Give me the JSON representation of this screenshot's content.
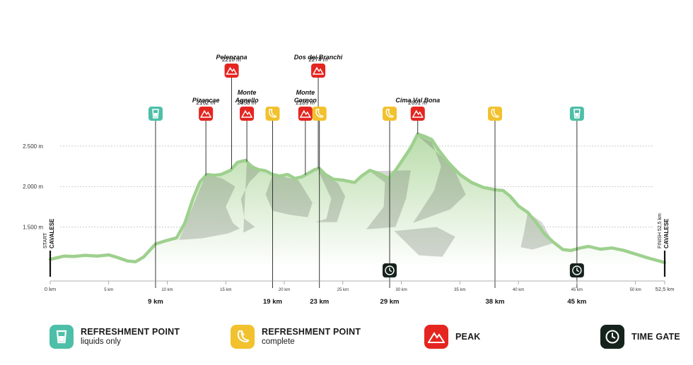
{
  "chart_data": {
    "type": "area",
    "xlim": [
      0,
      52.5
    ],
    "ylim": [
      1000,
      2800
    ],
    "y_gridlines": [
      1500,
      2000,
      2500
    ],
    "y_tick_labels": [
      "1.500 m",
      "2.000 m",
      "2.500 m"
    ],
    "x_ticks": [
      0,
      5,
      10,
      15,
      20,
      25,
      30,
      35,
      40,
      45,
      50,
      52.5
    ],
    "x_tick_labels": [
      "0 km",
      "5 km",
      "10 km",
      "15 km",
      "20 km",
      "25 km",
      "30 km",
      "35 km",
      "40 km",
      "45 km",
      "50 km",
      "52,5 km"
    ],
    "start_label": {
      "line1": "START",
      "line2": "CAVALESE"
    },
    "finish_label": {
      "line1": "FINISH 52,5 km",
      "line2": "CAVALESE"
    },
    "profile": {
      "x": [
        0,
        0.6,
        1.2,
        2,
        3,
        4,
        5,
        5.8,
        6.6,
        7.3,
        8,
        9,
        10,
        10.8,
        11.5,
        12.2,
        12.8,
        13.4,
        14,
        14.6,
        15.4,
        16,
        16.7,
        17.2,
        17.8,
        18.4,
        19,
        19.6,
        20.3,
        20.9,
        21.5,
        22,
        22.6,
        23,
        23.5,
        24.2,
        25,
        26,
        26.6,
        27.3,
        28.1,
        28.9,
        29.5,
        30.2,
        30.8,
        31.4,
        32,
        32.6,
        33.2,
        34,
        35,
        36,
        37,
        38,
        38.7,
        39.3,
        40,
        40.8,
        41.5,
        42.2,
        43,
        43.8,
        44.5,
        45.3,
        46,
        47,
        48,
        49,
        50,
        51,
        52,
        52.5
      ],
      "y": [
        1100,
        1120,
        1140,
        1135,
        1150,
        1140,
        1155,
        1120,
        1080,
        1070,
        1130,
        1290,
        1335,
        1365,
        1550,
        1850,
        2060,
        2150,
        2140,
        2150,
        2200,
        2300,
        2325,
        2245,
        2210,
        2195,
        2150,
        2130,
        2150,
        2100,
        2120,
        2160,
        2210,
        2225,
        2150,
        2090,
        2080,
        2050,
        2130,
        2200,
        2160,
        2100,
        2200,
        2350,
        2480,
        2650,
        2620,
        2580,
        2450,
        2300,
        2150,
        2050,
        1990,
        1960,
        1950,
        1880,
        1760,
        1680,
        1560,
        1420,
        1310,
        1220,
        1210,
        1240,
        1260,
        1225,
        1240,
        1210,
        1165,
        1120,
        1080,
        1060
      ]
    },
    "markers": [
      {
        "type": "refreshment-liquids",
        "x": 9,
        "km_label": "9 km",
        "gate": false
      },
      {
        "type": "peak",
        "x": 13.3,
        "name": "Pizancae",
        "elevation": "2162 m"
      },
      {
        "type": "peak",
        "x": 15.5,
        "name": "Pelenzana",
        "elevation": "2210 m",
        "tier": 1
      },
      {
        "type": "peak",
        "x": 16.8,
        "name": "Monte Agnello",
        "elevation": "2358 m"
      },
      {
        "type": "refreshment-complete",
        "x": 19,
        "km_label": "19 km",
        "gate": false
      },
      {
        "type": "peak",
        "x": 21.8,
        "name": "Monte Cornon",
        "elevation": "2189 m"
      },
      {
        "type": "peak",
        "x": 22.9,
        "name": "Dos dei Branchi",
        "elevation": "2274 m",
        "tier": 1
      },
      {
        "type": "refreshment-complete",
        "x": 23,
        "km_label": "23 km",
        "gate": false
      },
      {
        "type": "refreshment-complete",
        "x": 29,
        "km_label": "29 km",
        "gate": true
      },
      {
        "type": "peak",
        "x": 31.4,
        "name": "Cima Val Bona",
        "elevation": "2691 m"
      },
      {
        "type": "refreshment-complete",
        "x": 38,
        "km_label": "38 km",
        "gate": false
      },
      {
        "type": "refreshment-liquids",
        "x": 45,
        "km_label": "45 km",
        "gate": true
      }
    ],
    "colors": {
      "line": "#9ed08e",
      "fill": "#cfe8c4",
      "liquids": "#4dbfa8",
      "complete": "#f2c12e",
      "peak": "#e42520",
      "gate": "#16231d",
      "grid": "#bbbbbb"
    }
  },
  "legend": [
    {
      "key": "liquids",
      "title": "REFRESHMENT POINT",
      "subtitle": "liquids only",
      "icon": "cup-icon"
    },
    {
      "key": "complete",
      "title": "REFRESHMENT POINT",
      "subtitle": "complete",
      "icon": "banana-icon"
    },
    {
      "key": "peak",
      "title": "PEAK",
      "subtitle": "",
      "icon": "mountain-icon"
    },
    {
      "key": "gate",
      "title": "TIME GATE",
      "subtitle": "",
      "icon": "clock-icon"
    }
  ]
}
